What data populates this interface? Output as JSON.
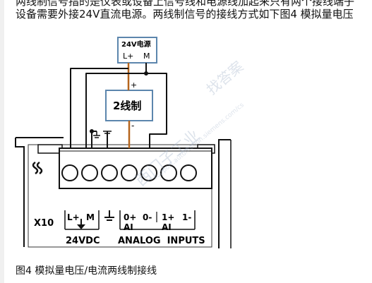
{
  "paragraph": {
    "line1": "两线制信号指的是仪表或设备上信号线和电源线加起来只有两个接线端子",
    "line2": "设备需要外接24V直流电源。两线制信号的接线方式如下图4 模拟量电压"
  },
  "figure": {
    "power_box": {
      "title": "24V电源",
      "lplus": "L+",
      "m": "M"
    },
    "device_box": {
      "label": "2线制",
      "plus": "+",
      "minus": "-"
    },
    "module": {
      "x10": "X10",
      "lplus": "L+",
      "m": "M",
      "v24dc": "24VDC",
      "ai0p": "0+",
      "ai0m": "0-",
      "ai1p": "1+",
      "ai1m": "1-",
      "ai_a": "AI",
      "ai_b": "AI",
      "analog_inputs": "ANALOG  INPUTS"
    },
    "watermarks": [
      "找答案",
      "西门子工业",
      "support.automation.siemens.com/cs"
    ]
  },
  "caption": "图4 模拟量电压/电流两线制接线",
  "colors": {
    "wire_black": "#111111",
    "wire_brown": "#b5651d",
    "box_border": "#5c86ad"
  }
}
